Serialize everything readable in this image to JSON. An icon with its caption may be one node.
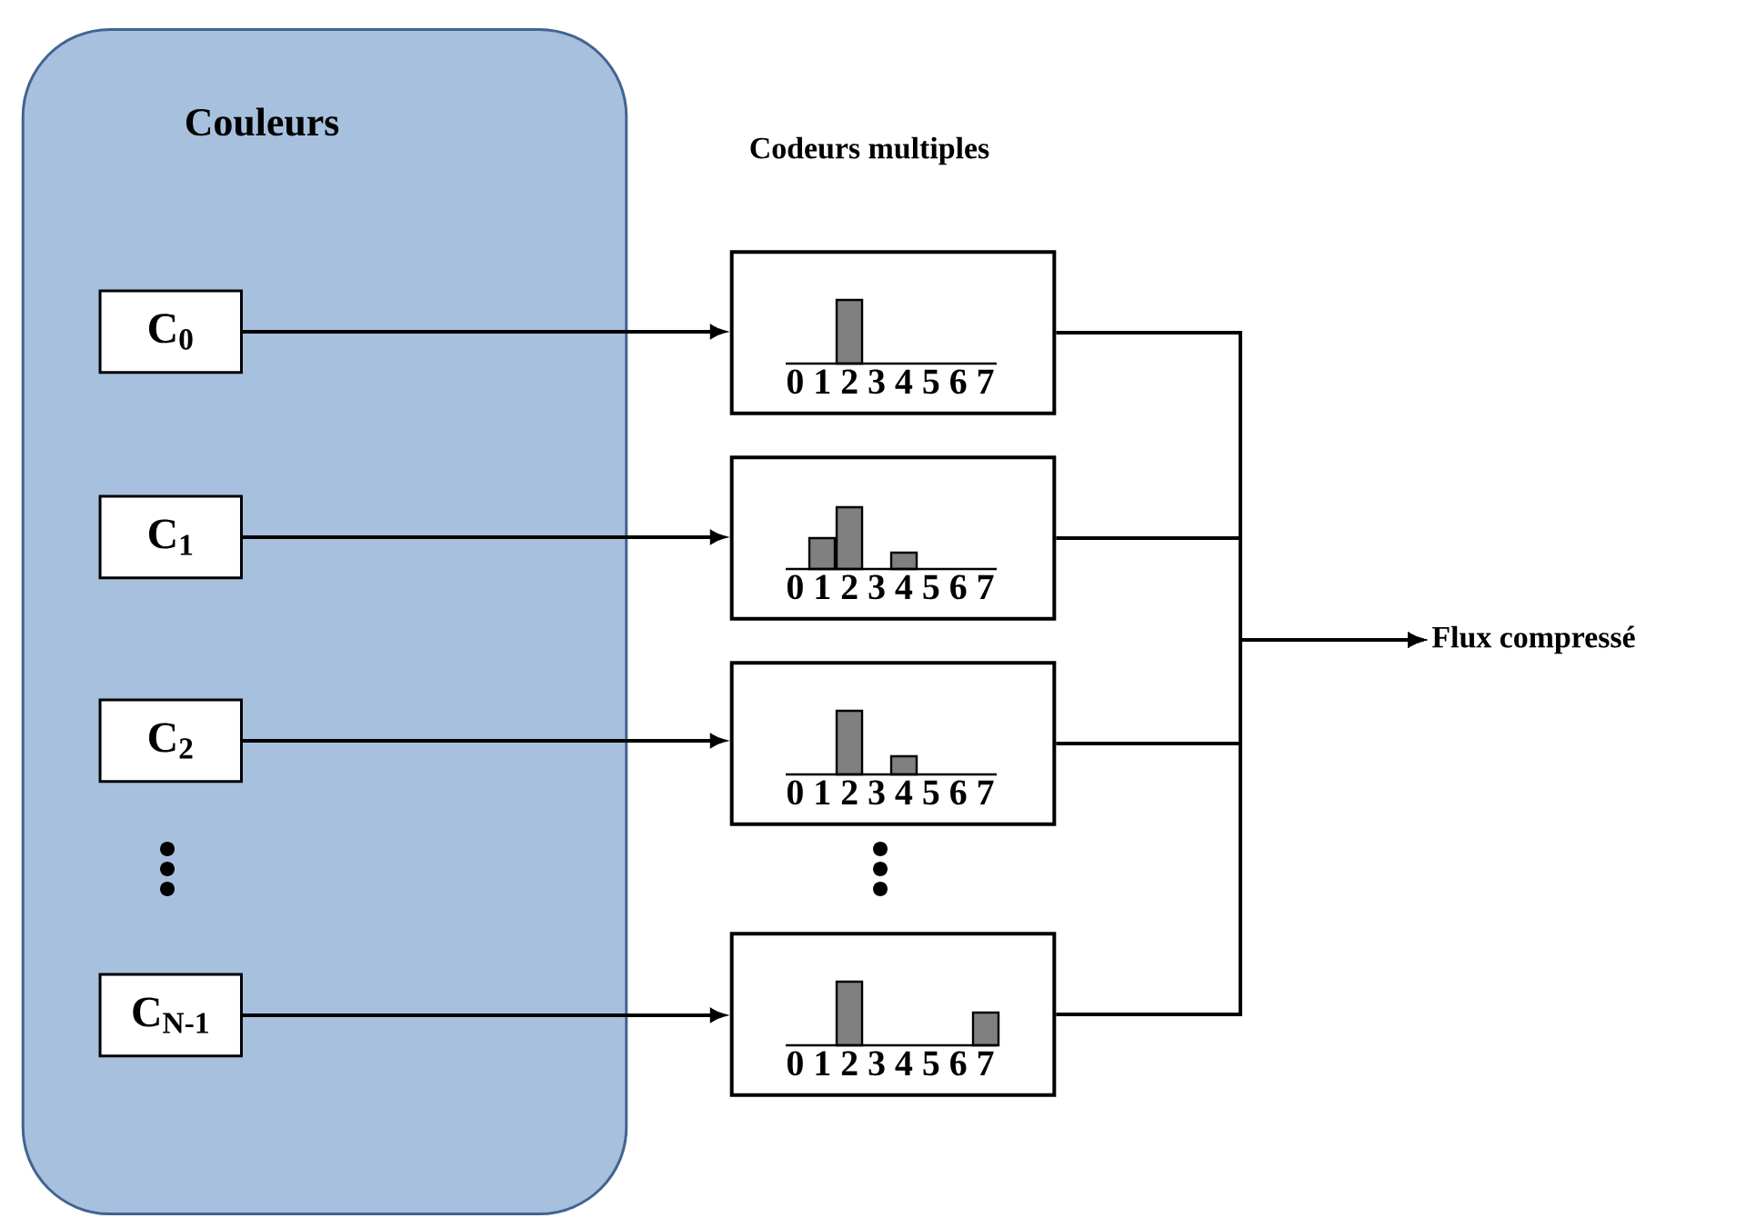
{
  "diagram": {
    "nodes": [
      {
        "text": [
          "Couleurs"
        ]
      },
      {
        "text": [
          "C$_{0}$"
        ],
        "in": 0
      },
      {
        "text": [
          "C$_{1}$"
        ],
        "in": 0
      },
      {
        "text": [
          "C$_{2}$"
        ],
        "in": 0
      },
      {
        "text": [
          "C$_{N-1}$"
        ],
        "in": 0
      },
      {
        "text": [
          "0 1 2 3 4 5 6 7"
        ]
      },
      {
        "text": [
          "0 1 2 3 4 5 6 7"
        ]
      },
      {
        "text": [
          "0 1 2 3 4 5 6 7"
        ]
      },
      {
        "text": [
          "0 1 2 3 4 5 6 7"
        ]
      },
      {
        "text": [
          "Flux compressé"
        ]
      }
    ],
    "edges": [
      {
        "from": 1,
        "to": 5,
        "arrow": "to"
      },
      {
        "from": 2,
        "to": 6,
        "arrow": "to"
      },
      {
        "from": 3,
        "to": 7,
        "arrow": "to"
      },
      {
        "from": 4,
        "to": 8,
        "arrow": "to"
      },
      {
        "from": 5,
        "to": 9,
        "arrow": "to"
      },
      {
        "from": 6,
        "to": 9,
        "arrow": "to"
      },
      {
        "from": 7,
        "to": 9,
        "arrow": "to"
      },
      {
        "from": 8,
        "to": 9,
        "arrow": "to"
      }
    ],
    "labels": [
      "Codeurs multiples"
    ]
  }
}
